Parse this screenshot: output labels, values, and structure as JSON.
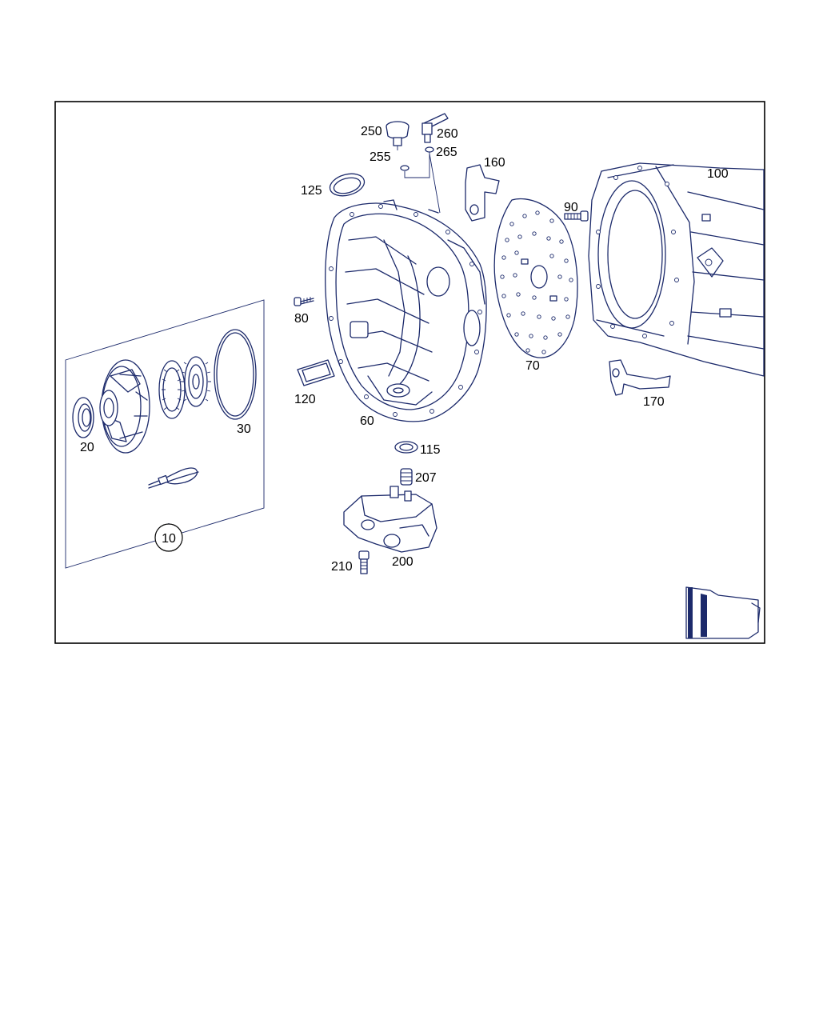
{
  "callouts": {
    "p10": "10",
    "p20": "20",
    "p30": "30",
    "p60": "60",
    "p70": "70",
    "p80": "80",
    "p90": "90",
    "p100": "100",
    "p115": "115",
    "p120": "120",
    "p125": "125",
    "p160": "160",
    "p170": "170",
    "p200": "200",
    "p207": "207",
    "p210": "210",
    "p250": "250",
    "p255": "255",
    "p260": "260",
    "p265": "265"
  },
  "colors": {
    "line": "#1c2a6b",
    "label": "#000000",
    "frame": "#000000",
    "background": "#ffffff"
  }
}
